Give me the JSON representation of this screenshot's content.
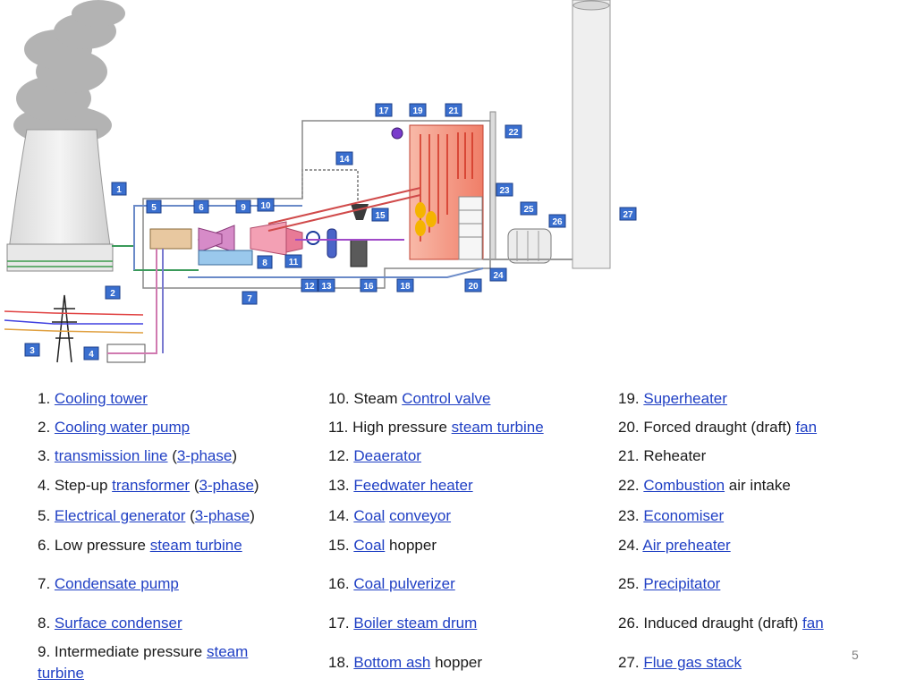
{
  "page_number": "5",
  "badges": [
    "1",
    "2",
    "3",
    "4",
    "5",
    "6",
    "7",
    "8",
    "9",
    "10",
    "11",
    "12",
    "13",
    "14",
    "15",
    "16",
    "17",
    "18",
    "19",
    "20",
    "21",
    "22",
    "23",
    "24",
    "25",
    "26",
    "27"
  ],
  "legend": {
    "col1": [
      {
        "num": "1. ",
        "parts": [
          {
            "t": "Cooling tower",
            "link": true
          }
        ]
      },
      {
        "num": "2. ",
        "parts": [
          {
            "t": "Cooling water pump",
            "link": true
          }
        ]
      },
      {
        "num": "3. ",
        "parts": [
          {
            "t": "transmission line",
            "link": true
          },
          {
            "t": " (",
            "link": false
          },
          {
            "t": "3-phase",
            "link": true
          },
          {
            "t": ")",
            "link": false
          }
        ]
      },
      {
        "num": "4. ",
        "parts": [
          {
            "t": "Step-up ",
            "link": false
          },
          {
            "t": "transformer",
            "link": true
          },
          {
            "t": " (",
            "link": false
          },
          {
            "t": "3-phase",
            "link": true
          },
          {
            "t": ")",
            "link": false
          }
        ]
      },
      {
        "num": "5. ",
        "parts": [
          {
            "t": "Electrical generator",
            "link": true
          },
          {
            "t": " (",
            "link": false
          },
          {
            "t": "3-phase",
            "link": true
          },
          {
            "t": ")",
            "link": false
          }
        ]
      },
      {
        "num": "6. ",
        "parts": [
          {
            "t": "Low pressure ",
            "link": false
          },
          {
            "t": "steam turbine",
            "link": true
          }
        ]
      },
      {
        "num": "7. ",
        "parts": [
          {
            "t": "Condensate pump",
            "link": true
          }
        ]
      },
      {
        "num": "8. ",
        "parts": [
          {
            "t": "Surface condenser",
            "link": true
          }
        ]
      },
      {
        "num": "9. ",
        "parts": [
          {
            "t": "Intermediate pressure ",
            "link": false
          },
          {
            "t": "steam turbine",
            "link": true
          }
        ]
      }
    ],
    "col2": [
      {
        "num": "10. ",
        "parts": [
          {
            "t": "Steam ",
            "link": false
          },
          {
            "t": "Control valve",
            "link": true
          }
        ]
      },
      {
        "num": "11. ",
        "parts": [
          {
            "t": "High pressure ",
            "link": false
          },
          {
            "t": "steam turbine",
            "link": true
          }
        ]
      },
      {
        "num": "12. ",
        "parts": [
          {
            "t": "Deaerator",
            "link": true
          }
        ]
      },
      {
        "num": "13. ",
        "parts": [
          {
            "t": "Feedwater heater",
            "link": true
          }
        ]
      },
      {
        "num": "14. ",
        "parts": [
          {
            "t": "Coal",
            "link": true
          },
          {
            "t": " ",
            "link": false
          },
          {
            "t": "conveyor",
            "link": true
          }
        ]
      },
      {
        "num": "15. ",
        "parts": [
          {
            "t": "Coal",
            "link": true
          },
          {
            "t": " hopper",
            "link": false
          }
        ]
      },
      {
        "num": "16. ",
        "parts": [
          {
            "t": "Coal pulverizer",
            "link": true
          }
        ]
      },
      {
        "num": "17. ",
        "parts": [
          {
            "t": "Boiler steam drum",
            "link": true
          }
        ]
      },
      {
        "num": "18. ",
        "parts": [
          {
            "t": "Bottom ash",
            "link": true
          },
          {
            "t": " hopper",
            "link": false
          }
        ]
      }
    ],
    "col3": [
      {
        "num": "19. ",
        "parts": [
          {
            "t": "Superheater",
            "link": true
          }
        ]
      },
      {
        "num": "20. ",
        "parts": [
          {
            "t": "Forced draught (draft) ",
            "link": false
          },
          {
            "t": "fan",
            "link": true
          }
        ]
      },
      {
        "num": "21. ",
        "parts": [
          {
            "t": "Reheater",
            "link": false
          }
        ]
      },
      {
        "num": "22. ",
        "parts": [
          {
            "t": "Combustion",
            "link": true
          },
          {
            "t": " air intake",
            "link": false
          }
        ]
      },
      {
        "num": "23. ",
        "parts": [
          {
            "t": "Economiser",
            "link": true
          }
        ]
      },
      {
        "num": "24. ",
        "parts": [
          {
            "t": "Air preheater",
            "link": true
          }
        ]
      },
      {
        "num": "25. ",
        "parts": [
          {
            "t": "Precipitator",
            "link": true
          }
        ]
      },
      {
        "num": "26. ",
        "parts": [
          {
            "t": "Induced draught (draft) ",
            "link": false
          },
          {
            "t": "fan",
            "link": true
          }
        ]
      },
      {
        "num": "27. ",
        "parts": [
          {
            "t": "Flue gas stack",
            "link": true
          }
        ]
      }
    ]
  }
}
